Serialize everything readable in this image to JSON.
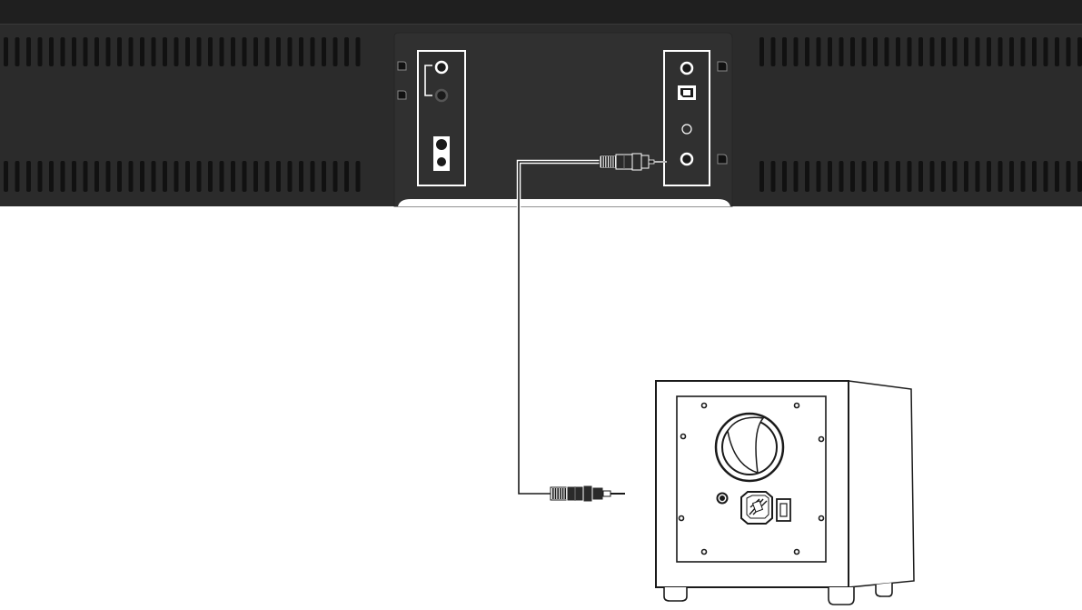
{
  "diagram": {
    "type": "connection-illustration",
    "devices": [
      {
        "id": "soundbar",
        "name": "soundbar-rear-panel",
        "icon": "soundbar-icon"
      },
      {
        "id": "subwoofer",
        "name": "subwoofer-rear-panel",
        "icon": "subwoofer-icon"
      }
    ],
    "cable": {
      "type": "RCA",
      "icon": "rca-cable-icon",
      "from": "soundbar",
      "to": "subwoofer"
    },
    "colors": {
      "soundbar_body": "#2b2b2b",
      "soundbar_recess": "#2f2f2f",
      "vent_slots": "#111111",
      "outline": "#1a1a1a",
      "highlight": "#ffffff",
      "subwoofer_body": "#ffffff"
    },
    "labels": []
  }
}
